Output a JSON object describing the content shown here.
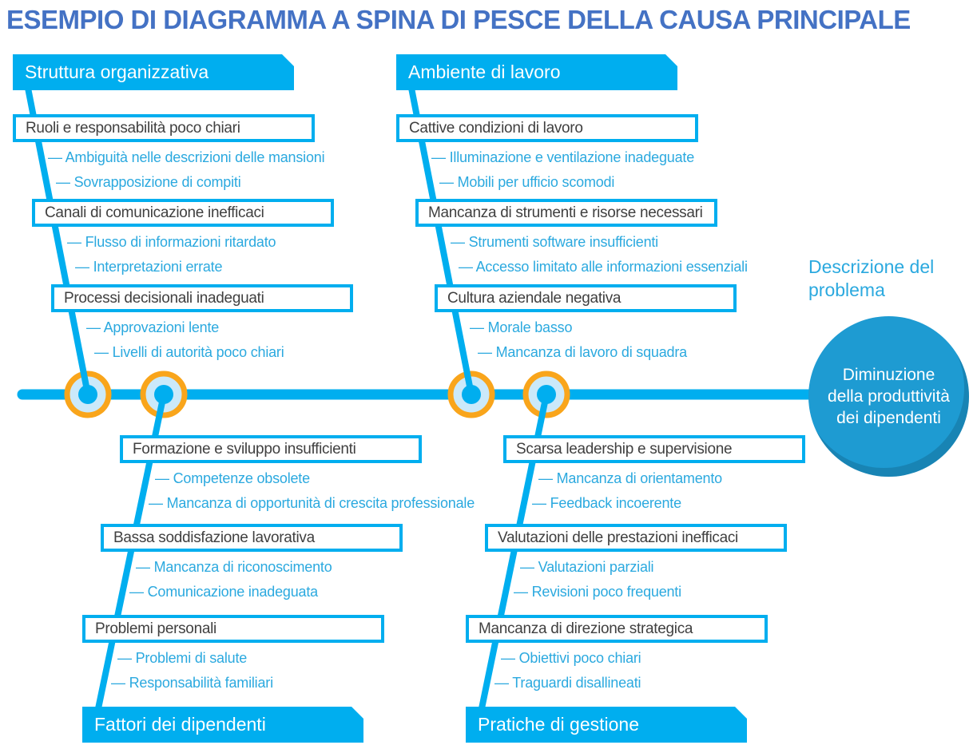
{
  "title": "ESEMPIO DI DIAGRAMMA A SPINA DI PESCE DELLA CAUSA PRINCIPALE",
  "dash": "—",
  "problem": {
    "label": "Descrizione del problema",
    "statement": "Diminuzione della produttività dei dipendenti",
    "statement_lines": [
      "Diminuzione",
      "della produttività",
      "dei dipendenti"
    ]
  },
  "colors": {
    "cyan": "#00AEEF",
    "title_blue": "#4472C4",
    "sub_text": "#2BA9DF",
    "box_text": "#404040",
    "node_ring_orange": "#F9A51B",
    "node_fill": "#CBE9FA",
    "problem_circle_fill": "#1E9BD2"
  },
  "branches": [
    {
      "id": "tl",
      "category": "Struttura organizzativa",
      "causes": [
        {
          "label": "Ruoli e responsabilità poco chiari",
          "sub": [
            "Ambiguità nelle descrizioni delle mansioni",
            "Sovrapposizione di compiti"
          ]
        },
        {
          "label": "Canali di comunicazione inefficaci",
          "sub": [
            "Flusso di informazioni ritardato",
            "Interpretazioni errate"
          ]
        },
        {
          "label": "Processi decisionali inadeguati",
          "sub": [
            "Approvazioni lente",
            "Livelli di autorità poco chiari"
          ]
        }
      ]
    },
    {
      "id": "tr",
      "category": "Ambiente di lavoro",
      "causes": [
        {
          "label": "Cattive condizioni di lavoro",
          "sub": [
            "Illuminazione e ventilazione inadeguate",
            "Mobili per ufficio scomodi"
          ]
        },
        {
          "label": "Mancanza di strumenti e risorse necessari",
          "sub": [
            "Strumenti software insufficienti",
            "Accesso limitato alle informazioni essenziali"
          ]
        },
        {
          "label": "Cultura aziendale negativa",
          "sub": [
            "Morale basso",
            "Mancanza di lavoro di squadra"
          ]
        }
      ]
    },
    {
      "id": "bl",
      "category": "Fattori dei dipendenti",
      "causes": [
        {
          "label": "Formazione e sviluppo insufficienti",
          "sub": [
            "Competenze obsolete",
            "Mancanza di opportunità di crescita professionale"
          ]
        },
        {
          "label": "Bassa soddisfazione lavorativa",
          "sub": [
            "Mancanza di riconoscimento",
            "Comunicazione inadeguata"
          ]
        },
        {
          "label": "Problemi personali",
          "sub": [
            "Problemi di salute",
            "Responsabilità familiari"
          ]
        }
      ]
    },
    {
      "id": "br",
      "category": "Pratiche di gestione",
      "causes": [
        {
          "label": "Scarsa leadership e supervisione",
          "sub": [
            "Mancanza di orientamento",
            "Feedback incoerente"
          ]
        },
        {
          "label": "Valutazioni delle prestazioni inefficaci",
          "sub": [
            "Valutazioni parziali",
            "Revisioni poco frequenti"
          ]
        },
        {
          "label": "Mancanza di direzione strategica",
          "sub": [
            "Obiettivi poco chiari",
            "Traguardi disallineati"
          ]
        }
      ]
    }
  ]
}
